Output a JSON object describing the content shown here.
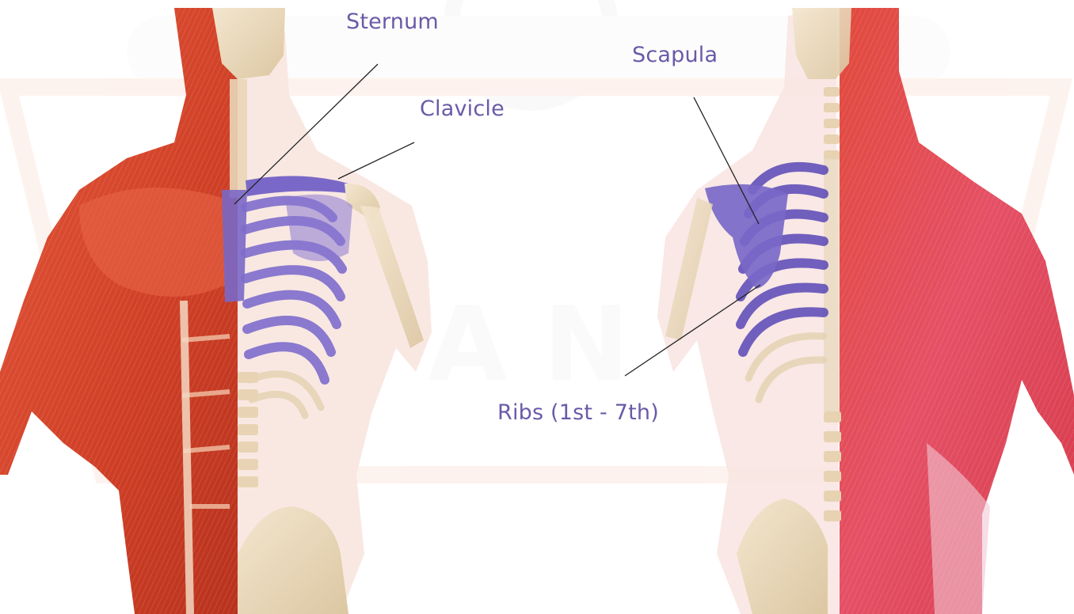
{
  "labels": {
    "sternum": "Sternum",
    "clavicle": "Clavicle",
    "scapula": "Scapula",
    "ribs": "Ribs (1st - 7th)"
  },
  "colors": {
    "label_text": "#6a5aa8",
    "highlighted_bone": "#7a68c8",
    "muscle": "#d8452a",
    "back_muscle": "#e05060",
    "bone": "#ead9bd",
    "skin": "#f6e3dc",
    "leader_line": "#222222"
  },
  "figures": [
    {
      "view": "anterior",
      "highlighted": [
        "sternum",
        "clavicle",
        "ribs"
      ],
      "icon": "anterior-torso-figure"
    },
    {
      "view": "posterior",
      "highlighted": [
        "scapula",
        "ribs"
      ],
      "icon": "posterior-torso-figure"
    }
  ]
}
